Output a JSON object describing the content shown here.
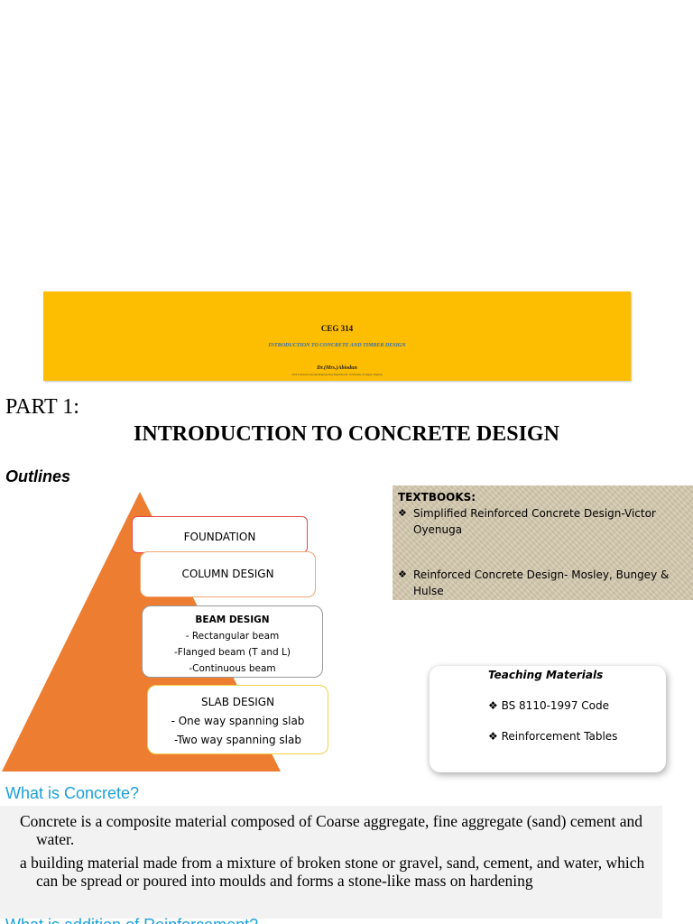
{
  "banner": {
    "course_code": "CEG 314",
    "course_title": "INTRODUCTION TO CONCRETE AND TIMBER DESIGN",
    "lecturer": "Dr.(Mrs.)Abiodun",
    "department": "Civil & Environmental Engineering Department, University of Lagos, Nigeria"
  },
  "part_label": "PART 1:",
  "main_heading": "INTRODUCTION TO CONCRETE DESIGN",
  "outlines": {
    "title": "Outlines",
    "pyramid_color": "#ed7d31",
    "foundation": "FOUNDATION",
    "column": "COLUMN DESIGN",
    "beam": {
      "title": "BEAM DESIGN",
      "items": [
        "- Rectangular beam",
        "-Flanged beam (T and L)",
        "-Continuous beam"
      ]
    },
    "slab": {
      "title": "SLAB DESIGN",
      "items": [
        "- One way spanning slab",
        "-Two way spanning slab"
      ]
    }
  },
  "textbooks": {
    "heading": "TEXTBOOKS:",
    "bullet": "❖",
    "items": [
      "Simplified Reinforced Concrete Design-Victor Oyenuga",
      "Reinforced Concrete Design- Mosley, Bungey & Hulse"
    ]
  },
  "teaching": {
    "heading": "Teaching Materials",
    "bullet": "❖",
    "items": [
      "BS 8110-1997 Code",
      "Reinforcement Tables"
    ]
  },
  "concrete": {
    "question": "What is Concrete?",
    "definition1": "Concrete is a composite material composed of Coarse aggregate, fine aggregate (sand) cement and water.",
    "definition2": "a building material made from a mixture of broken stone or gravel, sand, cement, and water, which can be spread or poured into moulds and forms a stone-like mass on hardening"
  },
  "next_question": "What is addition of Reinforcement?",
  "colors": {
    "banner": "#fdbd00",
    "accent_blue": "#1aa0d8",
    "pyramid": "#ed7d31"
  }
}
